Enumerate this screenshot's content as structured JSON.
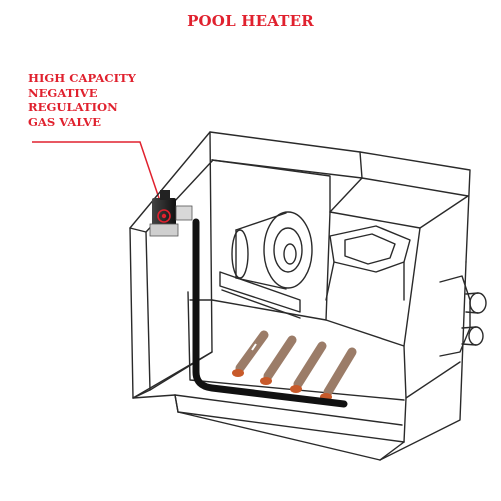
{
  "title": "POOL HEATER",
  "callout": {
    "lines": [
      "HIGH CAPACITY",
      "NEGATIVE",
      "REGULATION",
      "GAS VALVE"
    ]
  },
  "colors": {
    "accent": "#e0212e",
    "outline": "#2a2a2a",
    "pipe": "#111111",
    "burner_tip": "#c85a2a"
  },
  "icons": [
    "gas-valve-icon",
    "pool-heater-illustration"
  ]
}
